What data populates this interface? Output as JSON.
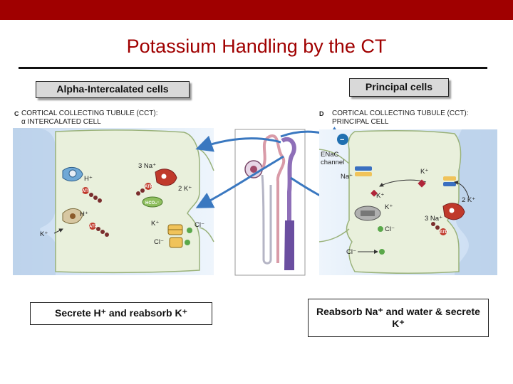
{
  "slide": {
    "title": "Potassium Handling by the CT",
    "colors": {
      "top_bar": "#a00000",
      "title": "#a00000",
      "rule": "#111111",
      "box_fill": "#d9d9d9"
    }
  },
  "labels": {
    "alpha_header": "Alpha-Intercalated cells",
    "principal_header": "Principal cells",
    "alpha_summary": "Secrete H⁺ and reabsorb K⁺",
    "principal_summary": "Reabsorb Na⁺ and  water & secrete K⁺"
  },
  "figure": {
    "panel_c": {
      "id": "C",
      "caption_1": "CORTICAL COLLECTING TUBULE (CCT):",
      "caption_2": "α INTERCALATED CELL",
      "labels": {
        "h_top": "H⁺",
        "na3": "3 Na⁺",
        "k2": "2 K⁺",
        "hco3": "HCO₃⁻",
        "h_bottom": "H⁺",
        "k_left": "K⁺",
        "k_right": "K⁺",
        "cl_right": "Cl⁻",
        "cl_bottom": "Cl⁻",
        "atp_1": "ATP",
        "atp_2": "ATP",
        "atp_3": "ATP"
      }
    },
    "panel_d": {
      "id": "D",
      "caption_1": "CORTICAL COLLECTING TUBULE (CCT):",
      "caption_2": "PRINCIPAL CELL",
      "labels": {
        "minus": "−",
        "enac_1": "ENaC",
        "enac_2": "channel",
        "na": "Na⁺",
        "k_top": "K⁺",
        "k_mid": "K⁺",
        "k_lumen": "K⁺",
        "k2": "2 K⁺",
        "na3": "3 Na⁺",
        "cl": "Cl⁻",
        "cl_bottom": "Cl⁻",
        "atp": "ATP"
      }
    }
  }
}
